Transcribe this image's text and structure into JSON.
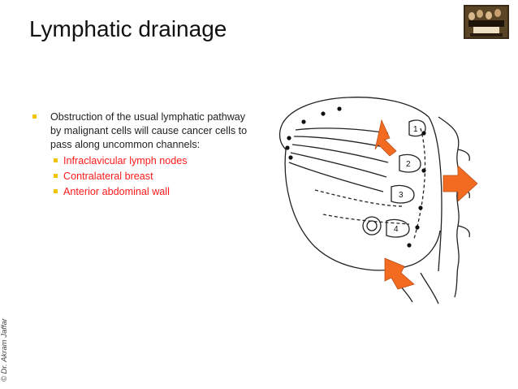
{
  "slide": {
    "title": "Lymphatic drainage",
    "copyright": "© Dr. Akram Jaffar"
  },
  "bullets": {
    "main": "Obstruction of the usual lymphatic pathway by malignant cells will cause cancer cells to pass along uncommon channels:",
    "sub": [
      "Infraclavicular lymph nodes",
      "Contralateral breast",
      "Anterior abdominal wall"
    ]
  },
  "diagram": {
    "node_numbers": [
      "1",
      "2",
      "3",
      "4"
    ],
    "arrow_color": "#f26b21",
    "arrows": [
      "up-left-arrow",
      "right-arrow",
      "down-arrow"
    ]
  },
  "colors": {
    "bullet_square": "#f5c400",
    "sub_text": "#ff1a1a"
  }
}
